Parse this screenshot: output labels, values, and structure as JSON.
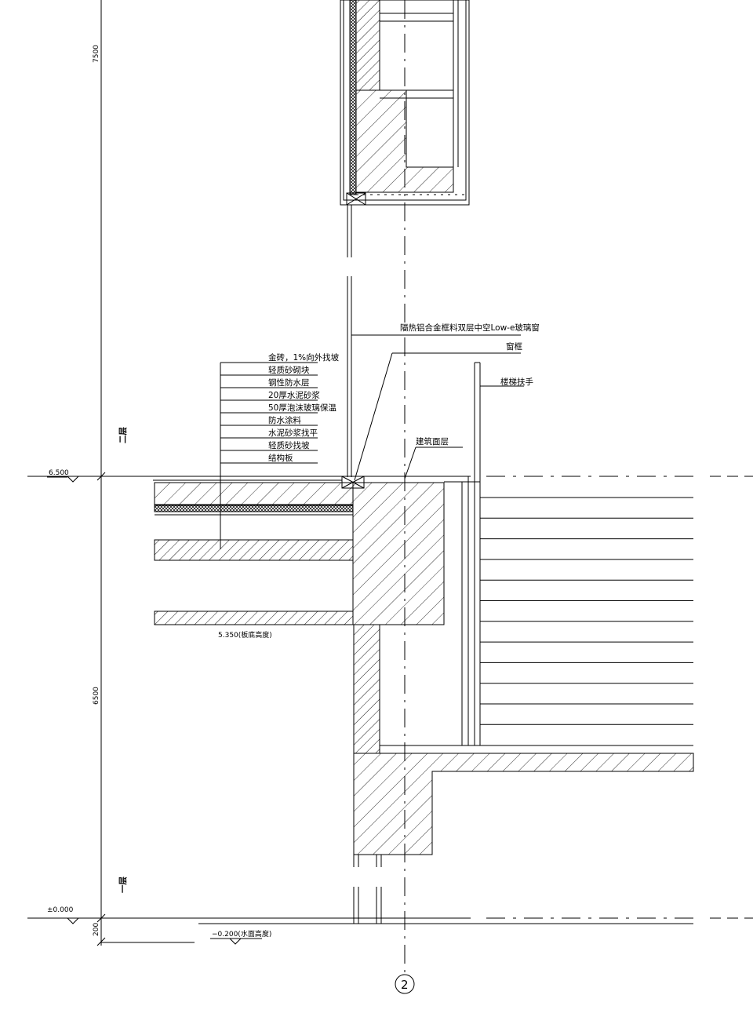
{
  "dimensions": {
    "upper": "7500",
    "middle": "6500",
    "bottom": "200"
  },
  "elevations": {
    "level_6500": "6.500",
    "level_0000": "±0.000",
    "level_5350": "5.350(板底高度)",
    "level_minus_0200": "−0.200(水面高度)"
  },
  "floors": {
    "second": "二层",
    "first": "一层"
  },
  "roof_layers": [
    "金砖，1%向外找坡",
    "轻质砂砌块",
    "钢性防水层",
    "20厚水泥砂浆",
    "50厚泡沫玻璃保温",
    "防水涂料",
    "水泥砂浆找平",
    "轻质砂找坡",
    "结构板"
  ],
  "callouts": {
    "window": "隔热铝合金框料双层中空Low-e玻璃窗",
    "window_frame": "窗框",
    "handrail": "楼梯扶手",
    "finish": "建筑面层"
  },
  "axis_label": "2"
}
